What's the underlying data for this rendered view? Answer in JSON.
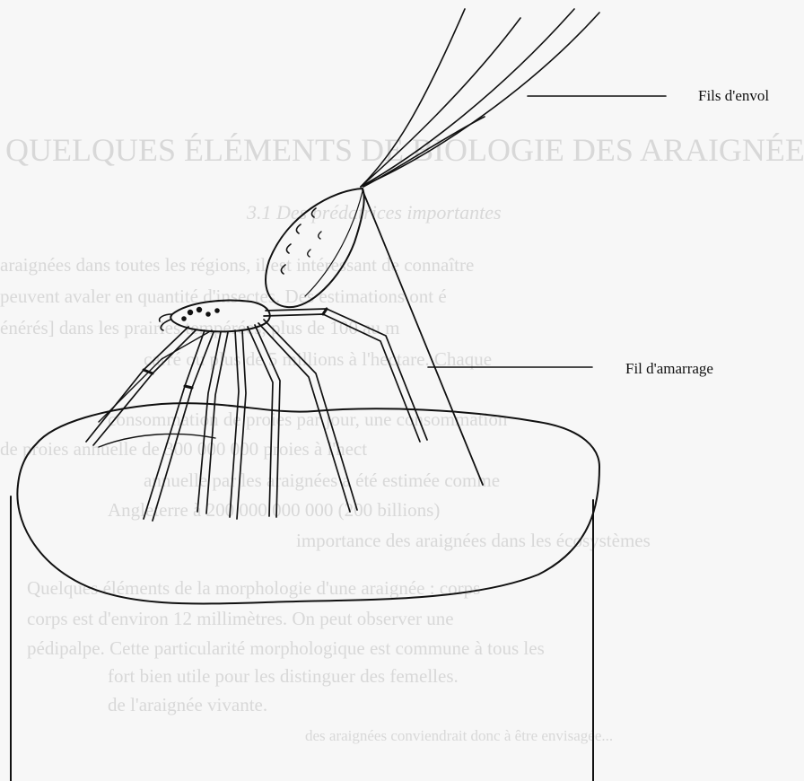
{
  "diagram": {
    "labels": {
      "fils_envol": "Fils d'envol",
      "fil_amarrage": "Fil d'amarrage"
    },
    "colors": {
      "ink": "#111111",
      "ghost_text": "#d8d8d8",
      "background": "#f7f7f7"
    }
  },
  "background_text": {
    "title": "QUELQUES ÉLÉMENTS DE BIOLOGIE DES ARAIGNÉES",
    "subtitle": "3.1 Des prédatrices importantes",
    "lines": [
      "araignées dans toutes les régions, il est intéressant de connaître",
      "peuvent avaler en quantité d'insectes. Des estimations ont é",
      "énérés] dans les prairies tempérées, plus de 100 au m",
      "carré ou plus de 5 millions à l'hectare. Chaque",
      "consommation de proies par jour, une consommation",
      "de proies annuelle de 300 000 000 proies à l'hect",
      "annuelle par les araignées a été estimée comme",
      "Angleterre à 200 000 000 000 (200 billions)",
      "importance des araignées dans les écosystèmes",
      "Quelques éléments de la morphologie d'une araignée : corps",
      "corps est d'environ 12 millimètres. On peut observer une",
      "pédipalpe. Cette particularité morphologique est commune à tous les",
      "fort bien utile pour les distinguer des femelles.",
      "de l'araignée vivante.",
      "des araignées conviendrait donc à être envisagée..."
    ]
  }
}
